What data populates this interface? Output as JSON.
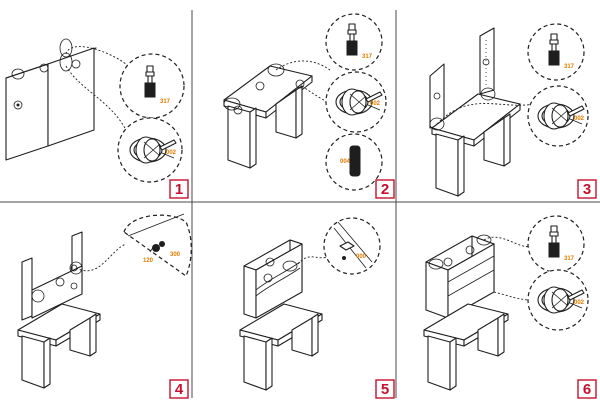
{
  "colors": {
    "accent": "#c8102e",
    "part_code": "#e07b00",
    "ink": "#1e1e1e"
  },
  "steps": [
    {
      "number": "1",
      "parts": [
        "317",
        "002"
      ]
    },
    {
      "number": "2",
      "parts": [
        "317",
        "002",
        "004"
      ]
    },
    {
      "number": "3",
      "parts": [
        "317",
        "002"
      ]
    },
    {
      "number": "4",
      "parts": [
        "120",
        "300"
      ]
    },
    {
      "number": "5",
      "parts": [
        "000"
      ]
    },
    {
      "number": "6",
      "parts": [
        "317",
        "002"
      ]
    }
  ]
}
